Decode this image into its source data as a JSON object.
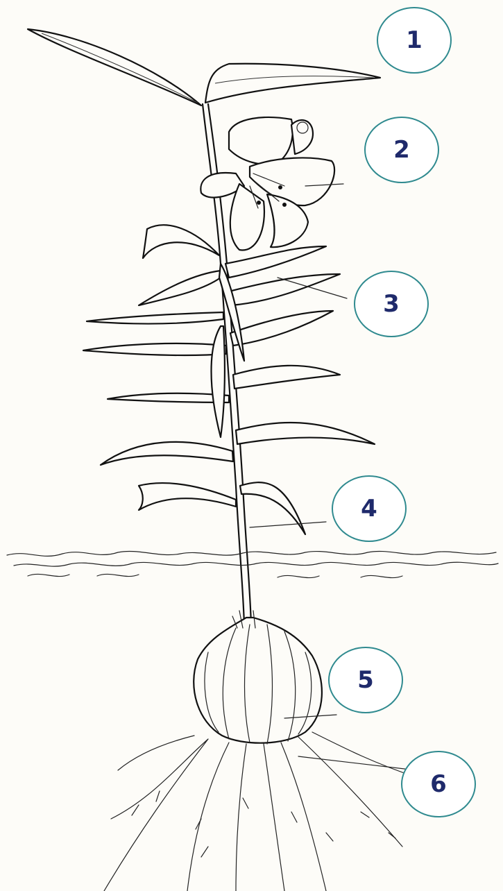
{
  "callouts": [
    {
      "id": "1",
      "label": "1"
    },
    {
      "id": "2",
      "label": "2"
    },
    {
      "id": "3",
      "label": "3"
    },
    {
      "id": "4",
      "label": "4"
    },
    {
      "id": "5",
      "label": "5"
    },
    {
      "id": "6",
      "label": "6"
    }
  ],
  "colors": {
    "callout_border": "#2f8a8f",
    "callout_text": "#1f2a6b",
    "ink": "#111111",
    "paper": "#fdfcf8"
  }
}
